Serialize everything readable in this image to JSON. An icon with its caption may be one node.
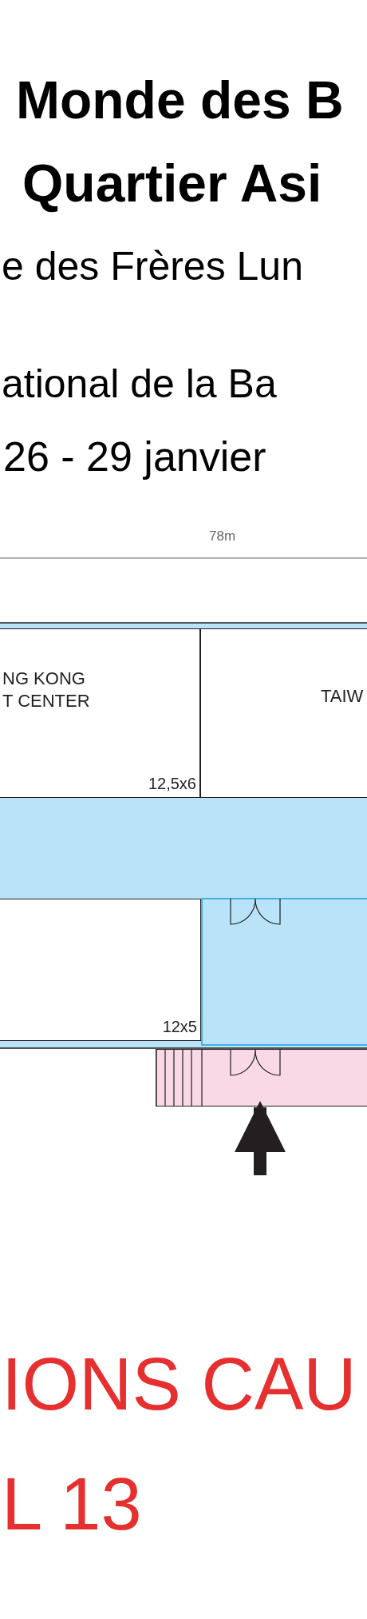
{
  "diagram": {
    "nodes": [
      {
        "text": [
          "NG KONG T CENTER",
          "12,5x6"
        ]
      },
      {
        "text": [
          "TAIW"
        ]
      },
      {
        "text": [
          "12x5"
        ]
      },
      {
        "text": [],
        "shape": "box"
      }
    ],
    "edges": [
      {
        "from": null,
        "to": 3,
        "arrow": "to"
      }
    ],
    "labels": [
      "Monde des B",
      "Quartier Asi",
      "e des Frères Lun",
      "ational de la Ba",
      "26 - 29 janvier",
      "78m",
      "IONS CAU",
      "L 13"
    ]
  }
}
